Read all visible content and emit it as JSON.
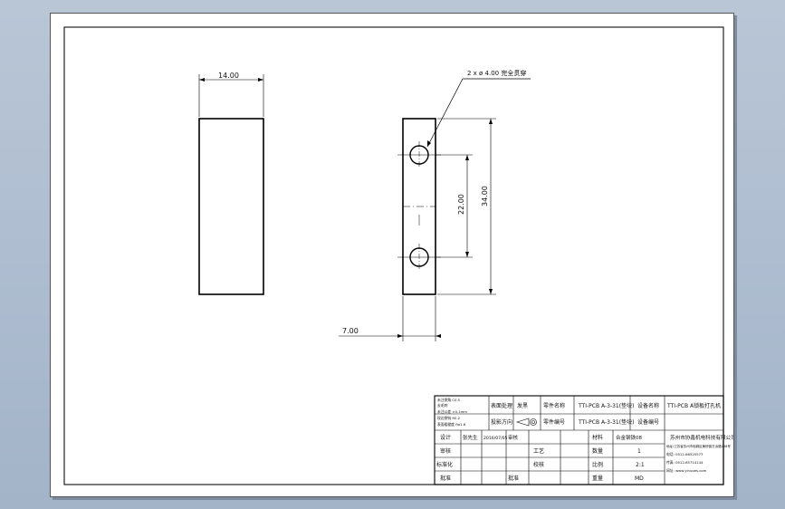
{
  "view_left": {
    "width_dim": "14.00"
  },
  "view_right": {
    "hole_callout": "2 x ø 4.00 完全贯穿",
    "hole_spacing_dim": "22.00",
    "height_dim": "34.00",
    "thickness_dim": "7.00"
  },
  "title_block": {
    "notes": [
      "未注倒角 C0.5",
      "去毛刺",
      "未注公差 ±0.1mm",
      "锐边倒钝 R0.2",
      "表面粗糙度 Ra1.6"
    ],
    "surface_treatment_label": "表面处理",
    "surface_treatment_value": "发黑",
    "material_name_label": "零件名称",
    "material_name_value": "TTI-PCB A-3-31(垫块)",
    "equipment_name_label": "设备名称",
    "equipment_name_value": "TTI-PCB A锁板打孔机",
    "projection_label": "投影方向",
    "part_number_label": "零件编号",
    "part_number_value": "TTI-PCB A-3-31(垫块)",
    "equipment_number_label": "设备编号",
    "design_label": "设计",
    "design_value": "张先生",
    "design_date": "2016/07/05",
    "design_unit": "审核",
    "process_label": "工艺",
    "check_label": "校核",
    "audit_label": "审核",
    "material_label": "材料",
    "material_value": "合金钢铁08",
    "quantity_label": "数量",
    "quantity_value": "1",
    "scale_label": "比例",
    "scale_value": "2:1",
    "weight_label": "重量",
    "weight_value": "MD",
    "standard_label": "标准化",
    "approve_label": "批准",
    "company_name": "苏州市协鑫机电科技有限公司",
    "company_address": "地址:江苏省苏州市相城区黄桥镇方浜路168号",
    "company_phone": "电话: 0512-66525577",
    "company_fax": "传真: 0512-65714144",
    "company_web": "网址: www.yinuoes.com"
  },
  "colors": {
    "background": "#aebdd0",
    "sheet": "#ffffff",
    "line": "#000000"
  }
}
